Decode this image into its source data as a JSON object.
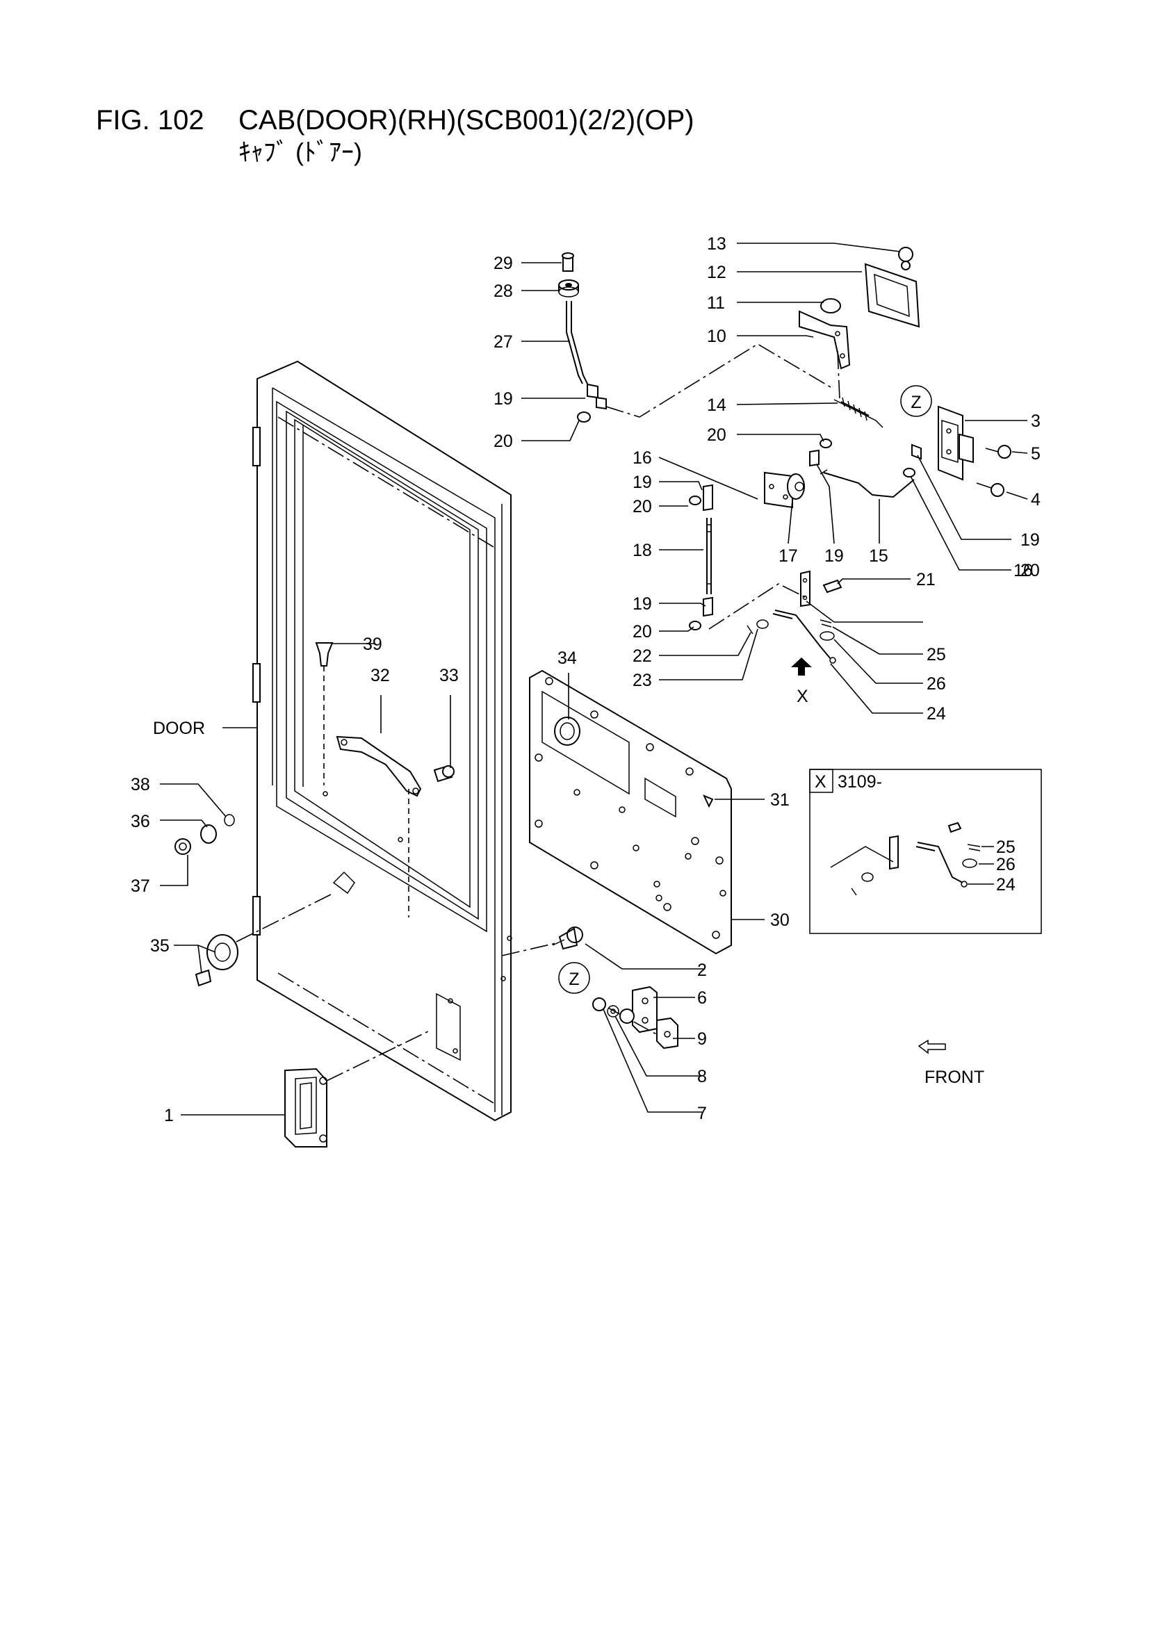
{
  "figure": {
    "number": "FIG. 102",
    "name": "CAB(DOOR)(RH)(SCB001)(2/2)(OP)",
    "subtitle": "ｷｬﾌﾞ (ﾄﾞｱｰ)"
  },
  "labels": {
    "door": "DOOR",
    "front": "FRONT",
    "view_x": "X",
    "zone_z": "Z",
    "detail_serial": "3109-"
  },
  "callouts": [
    "1",
    "2",
    "3",
    "4",
    "5",
    "6",
    "7",
    "8",
    "9",
    "10",
    "11",
    "12",
    "13",
    "14",
    "15",
    "16",
    "17",
    "18",
    "19",
    "20",
    "21",
    "22",
    "23",
    "24",
    "25",
    "26",
    "27",
    "28",
    "29",
    "30",
    "31",
    "32",
    "33",
    "34",
    "35",
    "36",
    "37",
    "38",
    "39"
  ],
  "callouts_repeat": {
    "c16b": "16",
    "c19b": "19",
    "c19c": "19",
    "c19d": "19",
    "c19e": "19",
    "c20b": "20",
    "c20c": "20",
    "c20d": "20",
    "c20e": "20",
    "c24b": "24",
    "c25b": "25",
    "c26b": "26"
  }
}
